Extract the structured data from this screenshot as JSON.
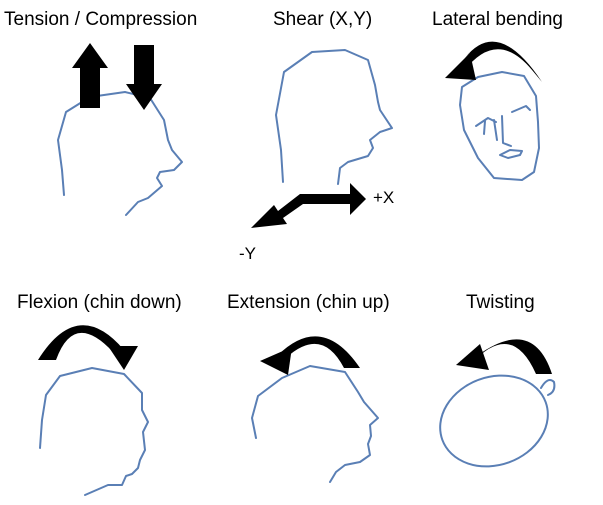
{
  "labels": {
    "tension": "Tension / Compression",
    "shear": "Shear (X,Y)",
    "lateral": "Lateral bending",
    "flexion": "Flexion (chin down)",
    "extension": "Extension (chin up)",
    "twisting": "Twisting"
  },
  "axes": {
    "plus_x": "+X",
    "minus_y": "-Y"
  },
  "colors": {
    "outline": "#5a7fb5",
    "arrow": "#000000"
  }
}
